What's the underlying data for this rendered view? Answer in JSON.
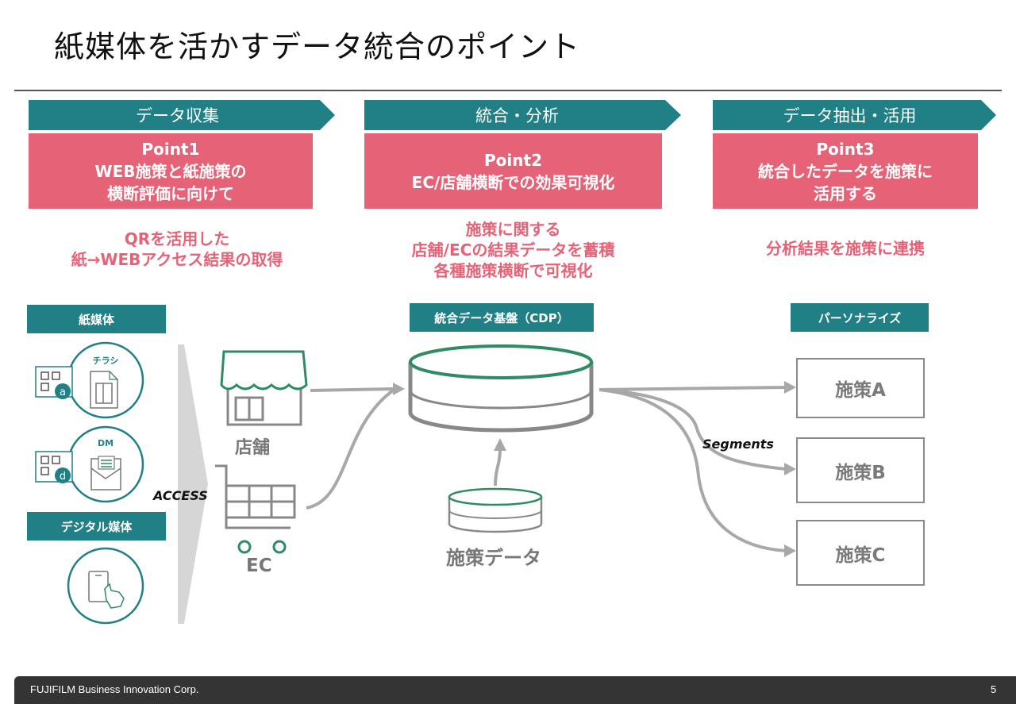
{
  "title": "紙媒体を活かすデータ統合のポイント",
  "phases": [
    {
      "label": "データ収集"
    },
    {
      "label": "統合・分析"
    },
    {
      "label": "データ抽出・活用"
    }
  ],
  "points": [
    {
      "title": "Point1",
      "line1": "WEB施策と紙施策の",
      "line2": "横断評価に向けて"
    },
    {
      "title": "Point2",
      "line1": "EC/店舗横断での効果可視化",
      "line2": ""
    },
    {
      "title": "Point3",
      "line1": "統合したデータを施策に",
      "line2": "活用する"
    }
  ],
  "descriptions": [
    {
      "lines": [
        "QRを活用した",
        "紙→WEBアクセス結果の取得"
      ]
    },
    {
      "lines": [
        "施策に関する",
        "店舗/ECの結果データを蓄積",
        "各種施策横断で可視化"
      ]
    },
    {
      "lines": [
        "分析結果を施策に連携"
      ]
    }
  ],
  "sections": {
    "paper_media": "紙媒体",
    "digital_media": "デジタル媒体",
    "cdp": "統合データ基盤（CDP）",
    "personalize": "パーソナライズ"
  },
  "media": {
    "flyer": {
      "label": "チラシ",
      "badge": "a",
      "icon": "flyer-icon"
    },
    "dm": {
      "label": "DM",
      "badge": "d",
      "icon": "envelope-icon"
    },
    "digital": {
      "icon": "smartphone-tap-icon"
    }
  },
  "channels": {
    "store": "店舗",
    "ec": "EC",
    "access_label": "ACCESS"
  },
  "measure_data": "施策データ",
  "segments_label": "Segments",
  "targets": [
    "施策A",
    "施策B",
    "施策C"
  ],
  "footer": {
    "company": "FUJIFILM Business Innovation Corp.",
    "page": "5"
  },
  "colors": {
    "teal": "#217f86",
    "pink": "#e66377",
    "green": "#2e8b63",
    "gray": "#8a8a8a"
  }
}
